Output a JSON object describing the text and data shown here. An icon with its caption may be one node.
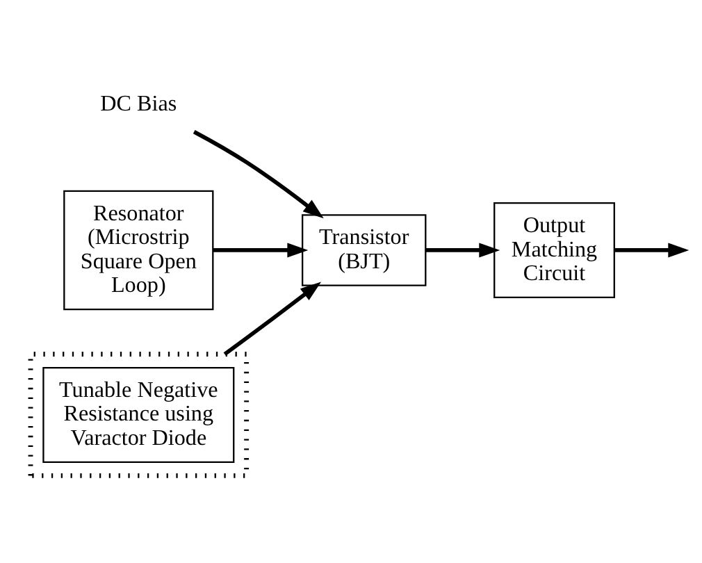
{
  "diagram": {
    "nodes": [
      {
        "text": [
          "DC Bias"
        ]
      },
      {
        "text": [
          "Resonator (Microstrip Square Open Loop)"
        ]
      },
      {
        "text": [
          "Transistor (BJT)"
        ]
      },
      {
        "text": [
          "Output Matching Circuit"
        ]
      },
      {
        "text": [],
        "shape": "box"
      },
      {
        "text": [
          "Tunable Negative Resistance using Varactor Diode"
        ],
        "in": 4
      }
    ],
    "edges": [
      {
        "from": 0,
        "to": 2,
        "arrow": "to"
      },
      {
        "from": 1,
        "to": 2,
        "arrow": "to"
      },
      {
        "from": 2,
        "to": 3,
        "arrow": "to"
      },
      {
        "from": 3,
        "to": null,
        "arrow": "to"
      },
      {
        "from": 4,
        "to": 2,
        "arrow": "to"
      }
    ]
  }
}
